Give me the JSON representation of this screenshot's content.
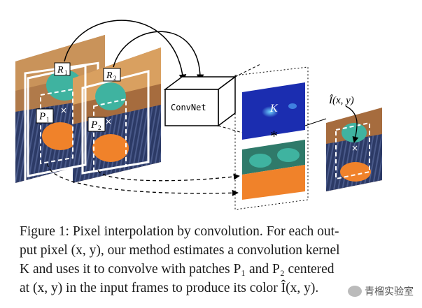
{
  "figure": {
    "region_labels": [
      "R",
      "R"
    ],
    "region_subscripts": [
      "1",
      "2"
    ],
    "patch_labels": [
      "P",
      "P"
    ],
    "patch_subscripts": [
      "1",
      "2"
    ],
    "convnet_label": "ConvNet",
    "kernel_label": "K",
    "operator": "*",
    "output_label": "Î(x, y)",
    "center_mark": "×"
  },
  "caption": {
    "line1": "Figure 1: Pixel interpolation by convolution. For each out-",
    "line2": "put pixel (x, y), our method estimates a convolution kernel",
    "line3": "K and uses it to convolve with patches P₁ and P₂ centered",
    "line4": "at (x, y) in the input frames to produce its color Î(x, y)."
  },
  "watermark": {
    "text": "青榴实验室"
  },
  "colors": {
    "kernel_bg": "#1b2db0",
    "patch_teal": "#3fb3a0",
    "patch_orange": "#f0822a",
    "patch_navy": "#2c3a66"
  }
}
